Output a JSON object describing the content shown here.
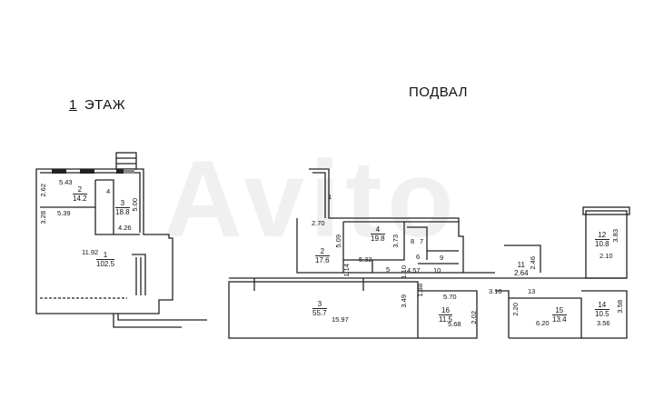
{
  "watermark": "Avito",
  "floor1": {
    "title_num": "1",
    "title": "ЭТАЖ",
    "rooms": [
      {
        "id": "1",
        "area": "102.5"
      },
      {
        "id": "2",
        "area": "14.2"
      },
      {
        "id": "3",
        "area": "18.8"
      },
      {
        "id": "4",
        "area": ""
      }
    ],
    "dims": [
      "5.43",
      "2.62",
      "5.39",
      "3.28",
      "11.92",
      "5.00",
      "4.26"
    ]
  },
  "basement": {
    "title": "ПОДВАЛ",
    "rooms": [
      {
        "id": "1",
        "area": ""
      },
      {
        "id": "2",
        "area": "17.6"
      },
      {
        "id": "3",
        "area": "55.7"
      },
      {
        "id": "4",
        "area": "19.8"
      },
      {
        "id": "5",
        "area": ""
      },
      {
        "id": "6",
        "area": ""
      },
      {
        "id": "7",
        "area": ""
      },
      {
        "id": "8",
        "area": ""
      },
      {
        "id": "9",
        "area": ""
      },
      {
        "id": "10",
        "area": ""
      },
      {
        "id": "11",
        "area": "2.64"
      },
      {
        "id": "12",
        "area": "10.8"
      },
      {
        "id": "13",
        "area": ""
      },
      {
        "id": "14",
        "area": "10.5"
      },
      {
        "id": "15",
        "area": "13.4"
      },
      {
        "id": "16",
        "area": "11.5"
      }
    ],
    "dims": [
      "2.70",
      "5.09",
      "1.14",
      "5.32",
      "3.73",
      "1.10",
      "4.57",
      "3.49",
      "1.38",
      "15.97",
      "5.70",
      "3.10",
      "2.02",
      "5.68",
      "2.20",
      "6.20",
      "2.46",
      "3.83",
      "2.10",
      "3.58",
      "3.56"
    ]
  }
}
